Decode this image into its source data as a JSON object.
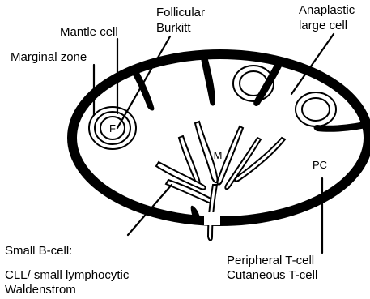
{
  "labels": {
    "follicular_burkitt": [
      "Follicular",
      "Burkitt"
    ],
    "anaplastic_large_cell": [
      "Anaplastic",
      "large cell"
    ],
    "mantle_cell": "Mantle cell",
    "marginal_zone": "Marginal zone",
    "follicle_mark": "F",
    "medulla_mark": "M",
    "paracortex_mark": "PC",
    "small_b_cell": [
      "Small B-cell:",
      "CLL/ small lymphocytic",
      "Waldenstrom"
    ],
    "t_cell": [
      "Peripheral T-cell",
      "Cutaneous T-cell"
    ]
  }
}
